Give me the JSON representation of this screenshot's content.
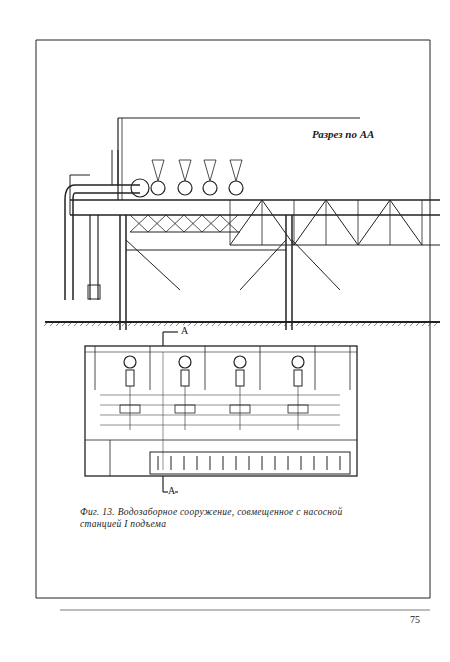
{
  "diagram": {
    "caption": "Фиг. 13. Водозаборное сооружение, совмещенное с насосной станцией I подъема",
    "labels": [
      "Разрез по АА",
      "А",
      "А",
      "75"
    ]
  }
}
